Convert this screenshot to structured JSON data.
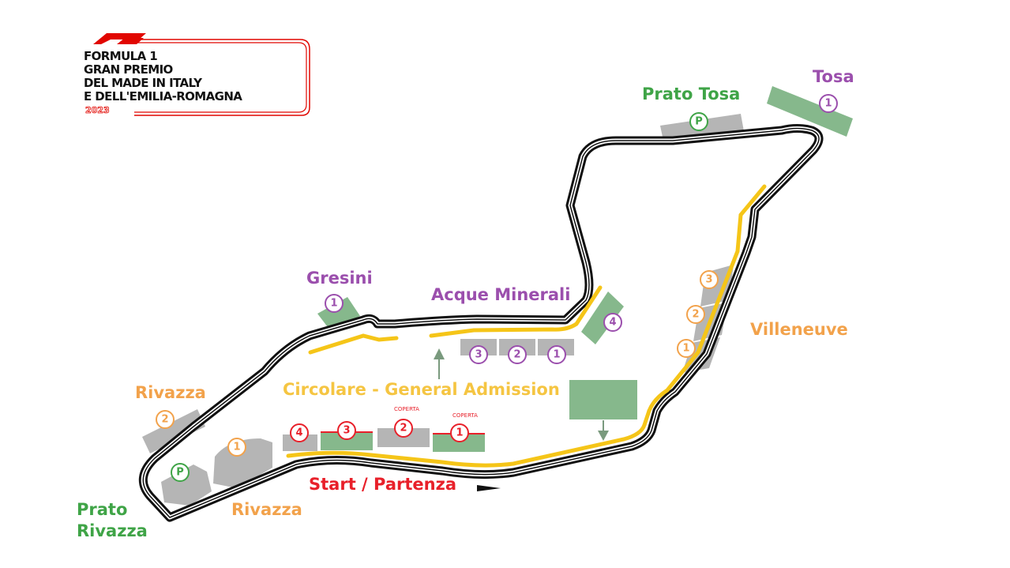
{
  "logo": {
    "lines": [
      "FORMULA 1",
      "GRAN PREMIO",
      "DEL MADE IN ITALY",
      "E DELL'EMILIA-ROMAGNA"
    ],
    "year": "2023",
    "brand_color": "#e10600"
  },
  "colors": {
    "track": "#111111",
    "general_admission": "#f5c518",
    "stand_grey": "#b5b5b5",
    "stand_green": "#86b88c",
    "purple": "#9b4fad",
    "orange": "#f2a24b",
    "green": "#3fa447",
    "red": "#e8202a",
    "yellow": "#f5c542"
  },
  "areas": {
    "tosa": "Tosa",
    "prato_tosa": "Prato Tosa",
    "gresini": "Gresini",
    "acque_minerali": "Acque Minerali",
    "villeneuve": "Villeneuve",
    "circolare": "Circolare - General Admission",
    "rivazza_upper": "Rivazza",
    "rivazza_lower": "Rivazza",
    "prato_rivazza_line1": "Prato",
    "prato_rivazza_line2": "Rivazza",
    "start": "Start / Partenza"
  },
  "badges": {
    "tosa_1": "1",
    "prato_tosa_p": "P",
    "gresini_1": "1",
    "acque_4": "4",
    "acque_3": "3",
    "acque_2": "2",
    "acque_1": "1",
    "villeneuve_3": "3",
    "villeneuve_2": "2",
    "villeneuve_1": "1",
    "rivazza_2": "2",
    "rivazza_1": "1",
    "prato_rivazza_p": "P",
    "start_4": "4",
    "start_3": "3",
    "start_2": "2",
    "start_1": "1"
  },
  "coperta": {
    "start_2": "COPERTA",
    "start_1": "COPERTA"
  },
  "legend_icons": {
    "start_flag": "chequered-flag-icon",
    "direction_arrow": "arrow-icon"
  }
}
